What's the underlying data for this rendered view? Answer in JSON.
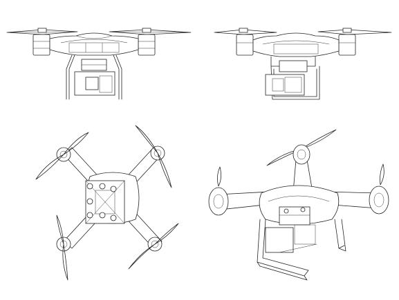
{
  "figure": {
    "views": [
      {
        "id": "front",
        "label": ""
      },
      {
        "id": "side",
        "label": ""
      },
      {
        "id": "top",
        "label": ""
      },
      {
        "id": "perspective",
        "label": ""
      }
    ],
    "colors": {
      "background": "#ffffff",
      "line": "#222222"
    },
    "icons": [
      "drone-front-view-icon",
      "drone-side-view-icon",
      "drone-top-view-icon",
      "drone-perspective-view-icon"
    ]
  }
}
